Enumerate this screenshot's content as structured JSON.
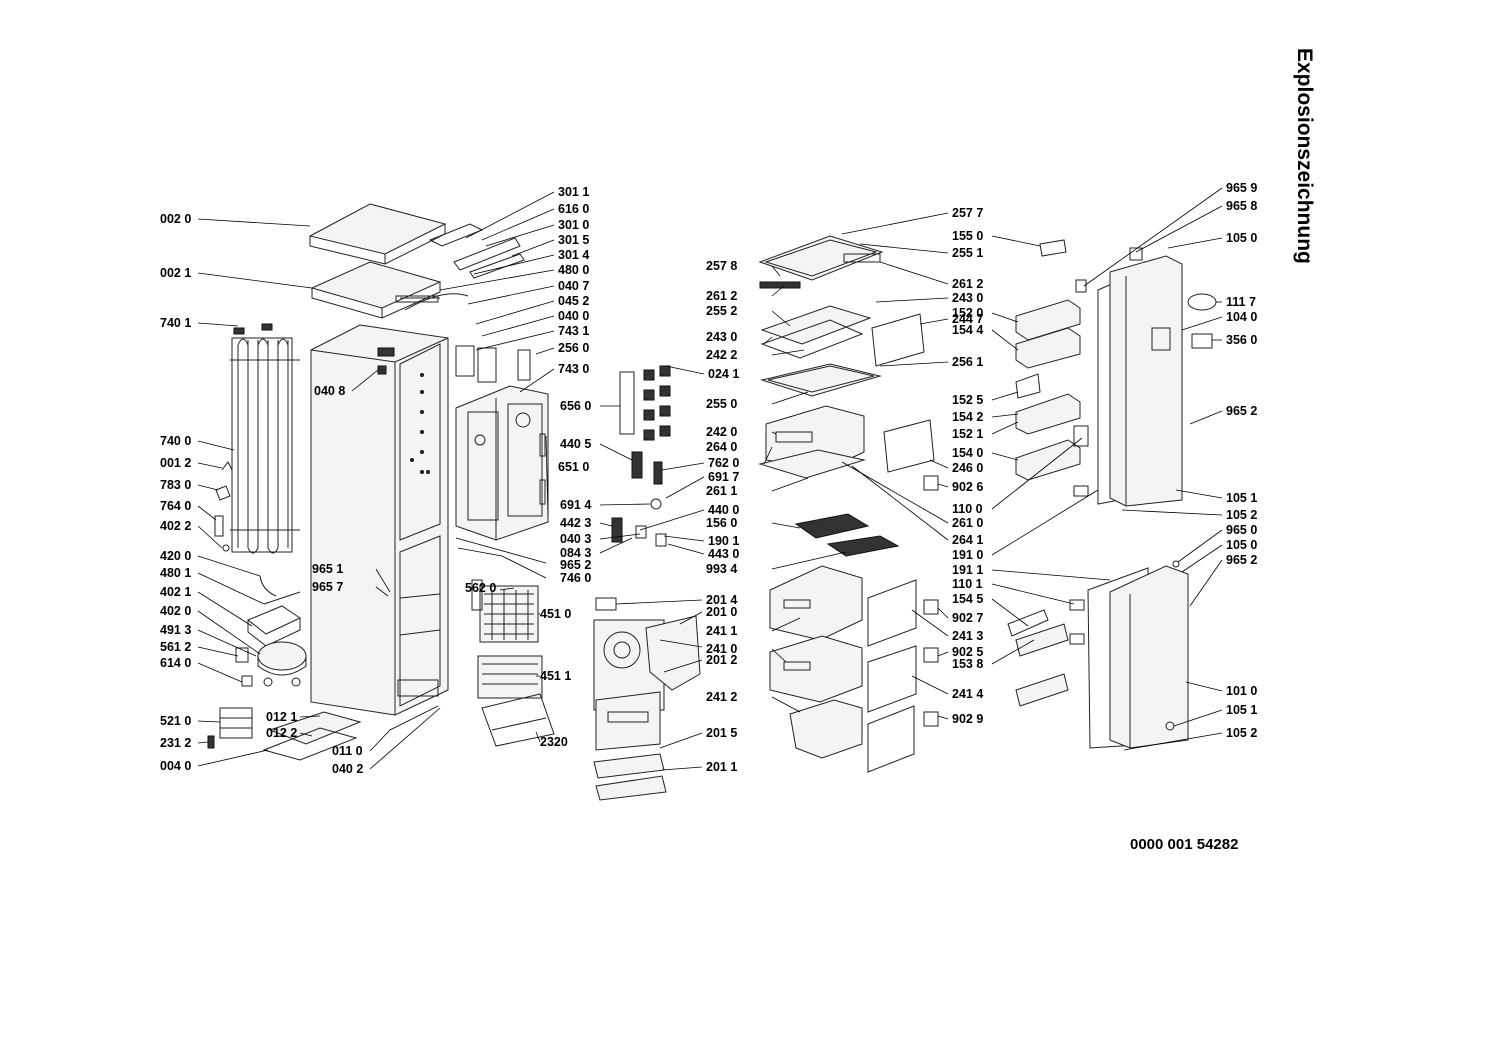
{
  "title": "Explosionszeichnung",
  "document_number": "0000 001 54282",
  "callouts": [
    "002 0",
    "002 1",
    "740 1",
    "040 8",
    "740 0",
    "001 2",
    "783 0",
    "764 0",
    "402 2",
    "420 0",
    "480 1",
    "402 1",
    "402 0",
    "491 3",
    "561 2",
    "614 0",
    "521 0",
    "231 2",
    "004 0",
    "012 1",
    "012 2",
    "011 0",
    "040 2",
    "965 1",
    "965 7",
    "301 1",
    "616 0",
    "301 0",
    "301 5",
    "301 4",
    "480 0",
    "040 7",
    "045 2",
    "040 0",
    "743 1",
    "256 0",
    "743 0",
    "651 0",
    "656 0",
    "440 5",
    "024 1",
    "762 0",
    "691 7",
    "691 4",
    "442 3",
    "440 0",
    "040 3",
    "190 1",
    "084 3",
    "443 0",
    "965 2",
    "746 0",
    "562 0",
    "451 0",
    "451 1",
    "2320",
    "201 4",
    "201 0",
    "201 2",
    "201 5",
    "201 1",
    "257 7",
    "255 1",
    "257 8",
    "261 2",
    "261 2",
    "243 0",
    "255 2",
    "244 7",
    "243 0",
    "242 2",
    "256 1",
    "255 0",
    "242 0",
    "264 0",
    "261 1",
    "246 0",
    "902 6",
    "261 0",
    "264 1",
    "156 0",
    "993 4",
    "241 1",
    "241 3",
    "902 7",
    "241 0",
    "902 5",
    "241 2",
    "241 4",
    "902 9",
    "155 0",
    "152 0",
    "154 4",
    "152 5",
    "154 2",
    "152 1",
    "154 0",
    "110 0",
    "191 0",
    "191 1",
    "110 1",
    "154 5",
    "153 8",
    "965 9",
    "965 8",
    "105 0",
    "111 7",
    "104 0",
    "356 0",
    "965 2",
    "105 1",
    "105 2",
    "965 0",
    "105 0",
    "965 2",
    "101 0",
    "105 1",
    "105 2"
  ]
}
